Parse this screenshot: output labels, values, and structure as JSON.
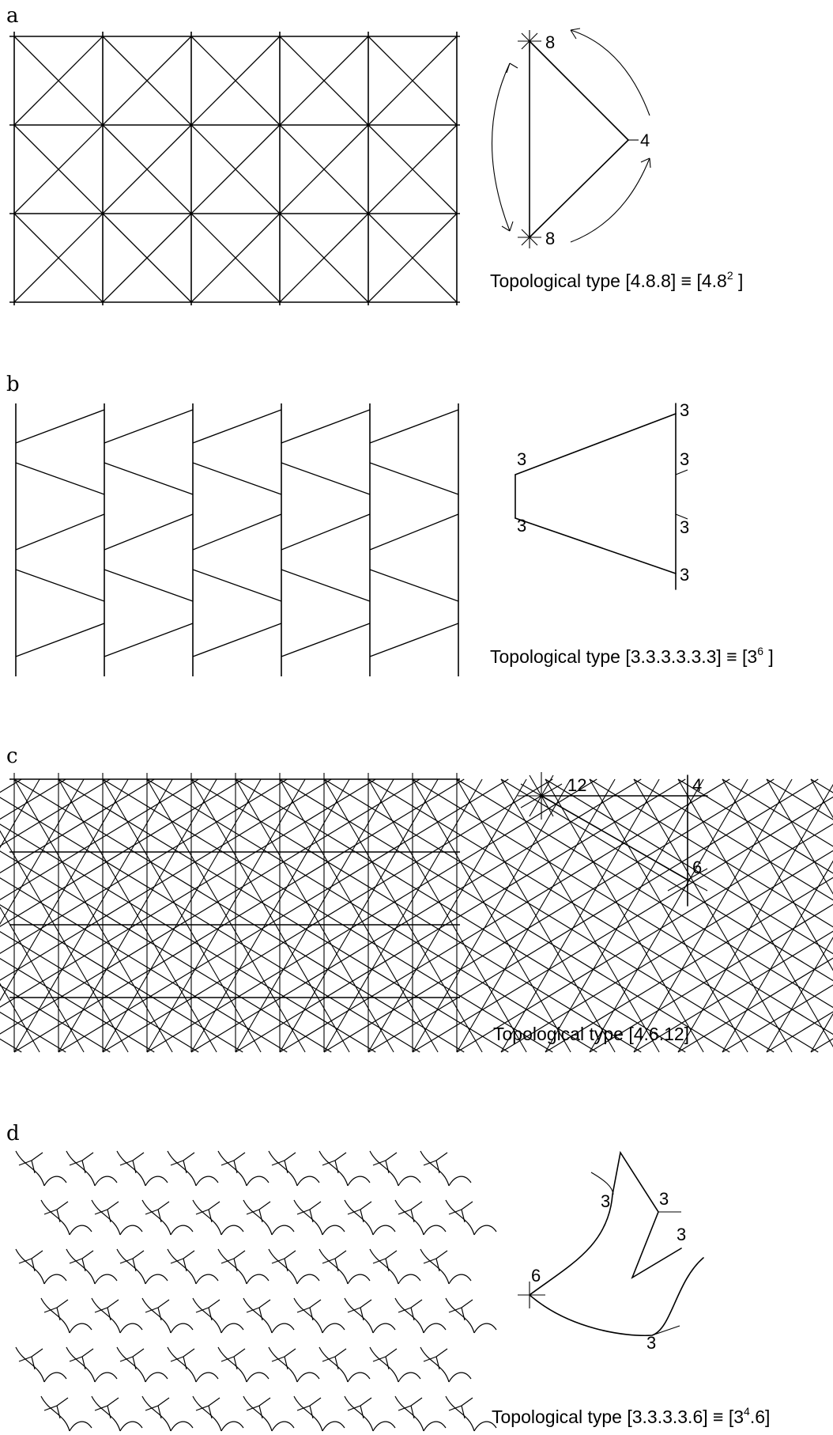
{
  "panels": [
    {
      "letter": "a",
      "caption_main": "Topological type [4.8.8] ≡ [4.8",
      "caption_sup": "2",
      "caption_tail": " ]",
      "vertex_labels": [
        "8",
        "4",
        "8"
      ]
    },
    {
      "letter": "b",
      "caption_main": "Topological type [3.3.3.3.3.3] ≡ [3",
      "caption_sup": "6",
      "caption_tail": " ]",
      "vertex_labels": [
        "3",
        "3",
        "3",
        "3",
        "3",
        "3"
      ]
    },
    {
      "letter": "c",
      "caption_main": "Topological type [4.6.12]",
      "caption_sup": "",
      "caption_tail": "",
      "vertex_labels": [
        "12",
        "4",
        "6"
      ]
    },
    {
      "letter": "d",
      "caption_main": "Topological type [3.3.3.3.6] ≡ [3",
      "caption_sup": "4",
      "caption_tail": ".6]",
      "vertex_labels": [
        "3",
        "3",
        "3",
        "6",
        "3"
      ]
    }
  ]
}
